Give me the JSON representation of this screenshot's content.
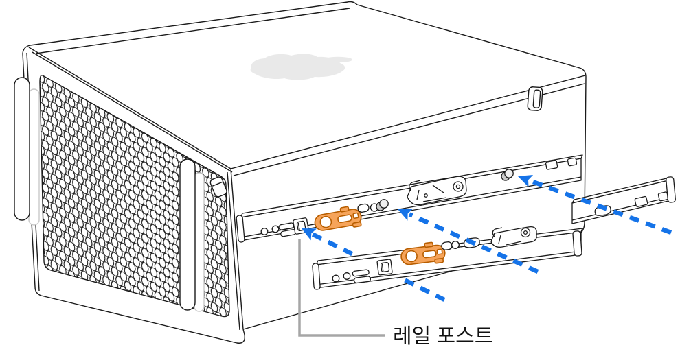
{
  "illustration": {
    "type": "technical-diagram",
    "callout": {
      "label": "레일 포스트"
    },
    "icons": {
      "top_logo": "apple-logo"
    },
    "colors": {
      "line": "#1A1A1A",
      "rail_highlight": "#F6A45A",
      "rail_highlight_stroke": "#B85E00",
      "arrow_blue": "#1573E8",
      "callout_gray": "#A6A6A6",
      "logo_gray": "#E9E9E9",
      "accent_gray": "#C9C9C9",
      "background": "#FFFFFF"
    }
  }
}
